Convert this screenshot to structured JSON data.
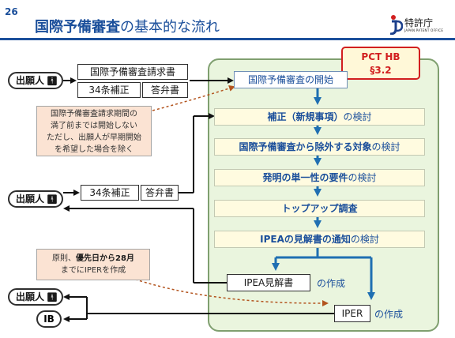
{
  "slide": {
    "number": "26",
    "title_bold": "国際予備審査",
    "title_plain": "の基本的な流れ"
  },
  "logo": {
    "name": "特許庁",
    "subtitle": "JAPAN PATENT OFFICE"
  },
  "reference_badge": {
    "line1": "PCT HB",
    "line2": "§3.2"
  },
  "applicant_label": "出願人",
  "ib_label": "IB",
  "request": {
    "demand": "国際予備審査請求書",
    "art34": "34条補正",
    "response": "答弁書"
  },
  "second_submission": {
    "art34": "34条補正",
    "response": "答弁書"
  },
  "note_start": {
    "line1": "国際予備審査請求期間の",
    "line2": "満了前までは開始しない",
    "line3": "ただし、出願人が早期開始",
    "line4": "を希望した場合を除く"
  },
  "note_deadline": {
    "line1_prefix": "原則、",
    "line1_bold": "優先日から28月",
    "line2": "までにIPERを作成"
  },
  "flow": {
    "start": "国際予備審査の開始",
    "steps": [
      {
        "bold": "補正（新規事項）",
        "plain": "の検討"
      },
      {
        "bold": "国際予備審査から除外する対象",
        "plain": "の検討"
      },
      {
        "bold": "発明の単一性の要件",
        "plain": "の検討"
      },
      {
        "bold": "トップアップ調査",
        "plain": ""
      },
      {
        "bold": "IPEAの見解書の通知",
        "plain": "の検討"
      }
    ],
    "opinion_box": "IPEA見解書",
    "opinion_suffix": "の作成",
    "iper_box": "IPER",
    "iper_suffix": "の作成"
  },
  "colors": {
    "title_blue": "#1b4f9b",
    "flow_arrow_blue": "#1f6fb2",
    "panel_green": "#eaf5de",
    "badge_red": "#d21f1f",
    "note_peach": "#fbe3d3",
    "dashed_arrow": "#b3541e"
  }
}
